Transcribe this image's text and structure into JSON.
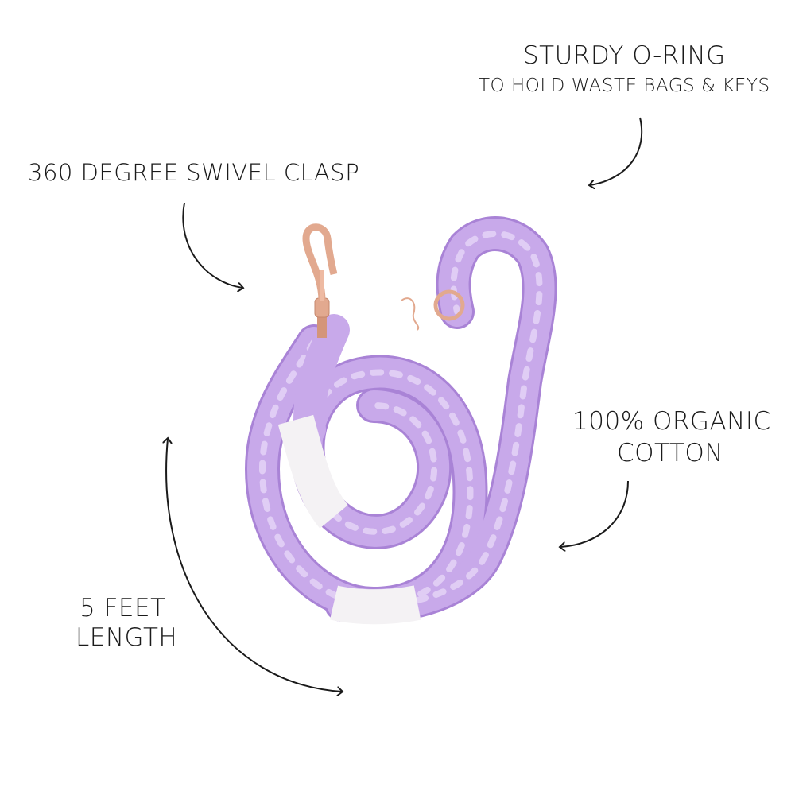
{
  "callouts": {
    "oring": {
      "title": "STURDY O-RING",
      "subtitle": "TO HOLD WASTE BAGS & KEYS"
    },
    "clasp": {
      "title": "360 DEGREE SWIVEL CLASP"
    },
    "cotton": {
      "line1": "100% ORGANIC",
      "line2": "COTTON"
    },
    "length": {
      "line1": "5 FEET",
      "line2": "LENGTH"
    }
  },
  "colors": {
    "rope": "#c8a9ea",
    "rope_shadow": "#a983d6",
    "rope_highlight": "#e6d6f7",
    "wrap": "#f4f2f4",
    "metal": "#e2a98f",
    "arrow": "#1a1a1a"
  }
}
